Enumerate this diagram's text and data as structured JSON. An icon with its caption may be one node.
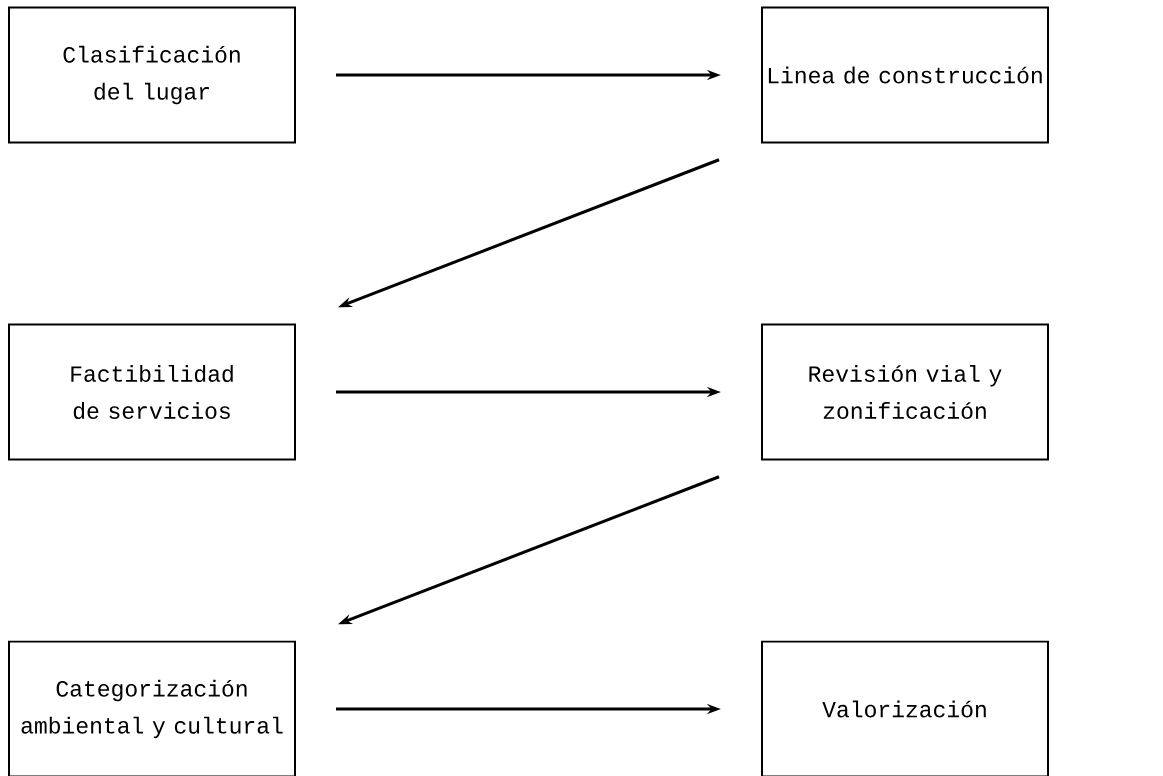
{
  "diagram": {
    "nodes": [
      {
        "text": [
          "Clasificación del lugar"
        ]
      },
      {
        "text": [
          "Linea de construcción"
        ]
      },
      {
        "text": [
          "Factibilidad de servicios"
        ]
      },
      {
        "text": [
          "Revisión vial y zonificación"
        ]
      },
      {
        "text": [
          "Categorización ambiental y cultural"
        ]
      },
      {
        "text": [
          "Valorización"
        ]
      }
    ],
    "edges": [
      {
        "from": 0,
        "to": 1,
        "arrow": "to"
      },
      {
        "from": 1,
        "to": 2,
        "arrow": "to"
      },
      {
        "from": 2,
        "to": 3,
        "arrow": "to"
      },
      {
        "from": 3,
        "to": 4,
        "arrow": "to"
      },
      {
        "from": 4,
        "to": 5,
        "arrow": "to"
      }
    ]
  }
}
